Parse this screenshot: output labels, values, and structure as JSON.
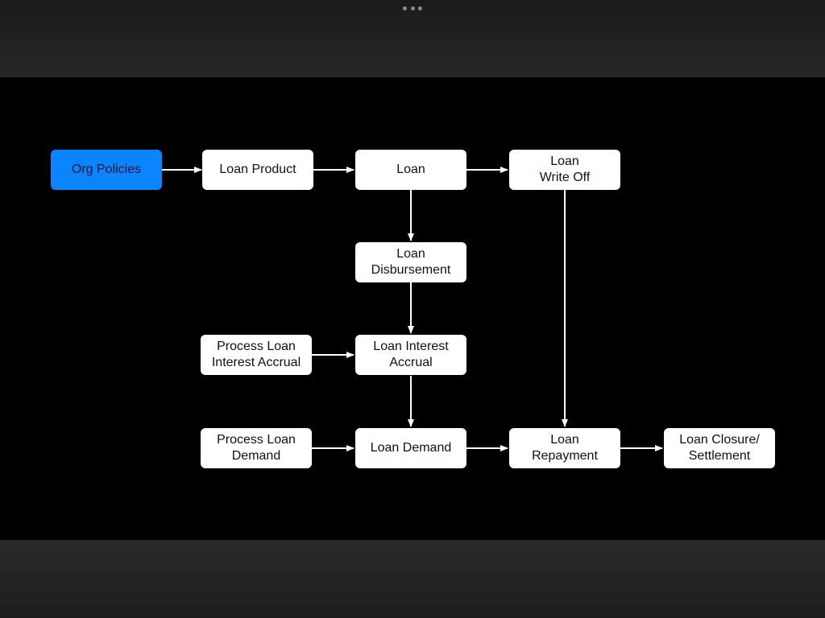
{
  "window": {
    "menu_icon": "more-dots-icon"
  },
  "diagram": {
    "nodes": {
      "org_policies": "Org Policies",
      "loan_product": "Loan Product",
      "loan": "Loan",
      "loan_write_off": "Loan\nWrite Off",
      "loan_disbursement": "Loan\nDisbursement",
      "process_loan_interest_accrual": "Process Loan\nInterest  Accrual",
      "loan_interest_accrual": "Loan Interest\nAccrual",
      "process_loan_demand": "Process Loan\nDemand",
      "loan_demand": "Loan Demand",
      "loan_repayment": "Loan\nRepayment",
      "loan_closure_settlement": "Loan Closure/\nSettlement"
    },
    "colors": {
      "highlight": "#0a84ff",
      "node": "#ffffff",
      "connector": "#ffffff",
      "background": "#000000"
    }
  }
}
